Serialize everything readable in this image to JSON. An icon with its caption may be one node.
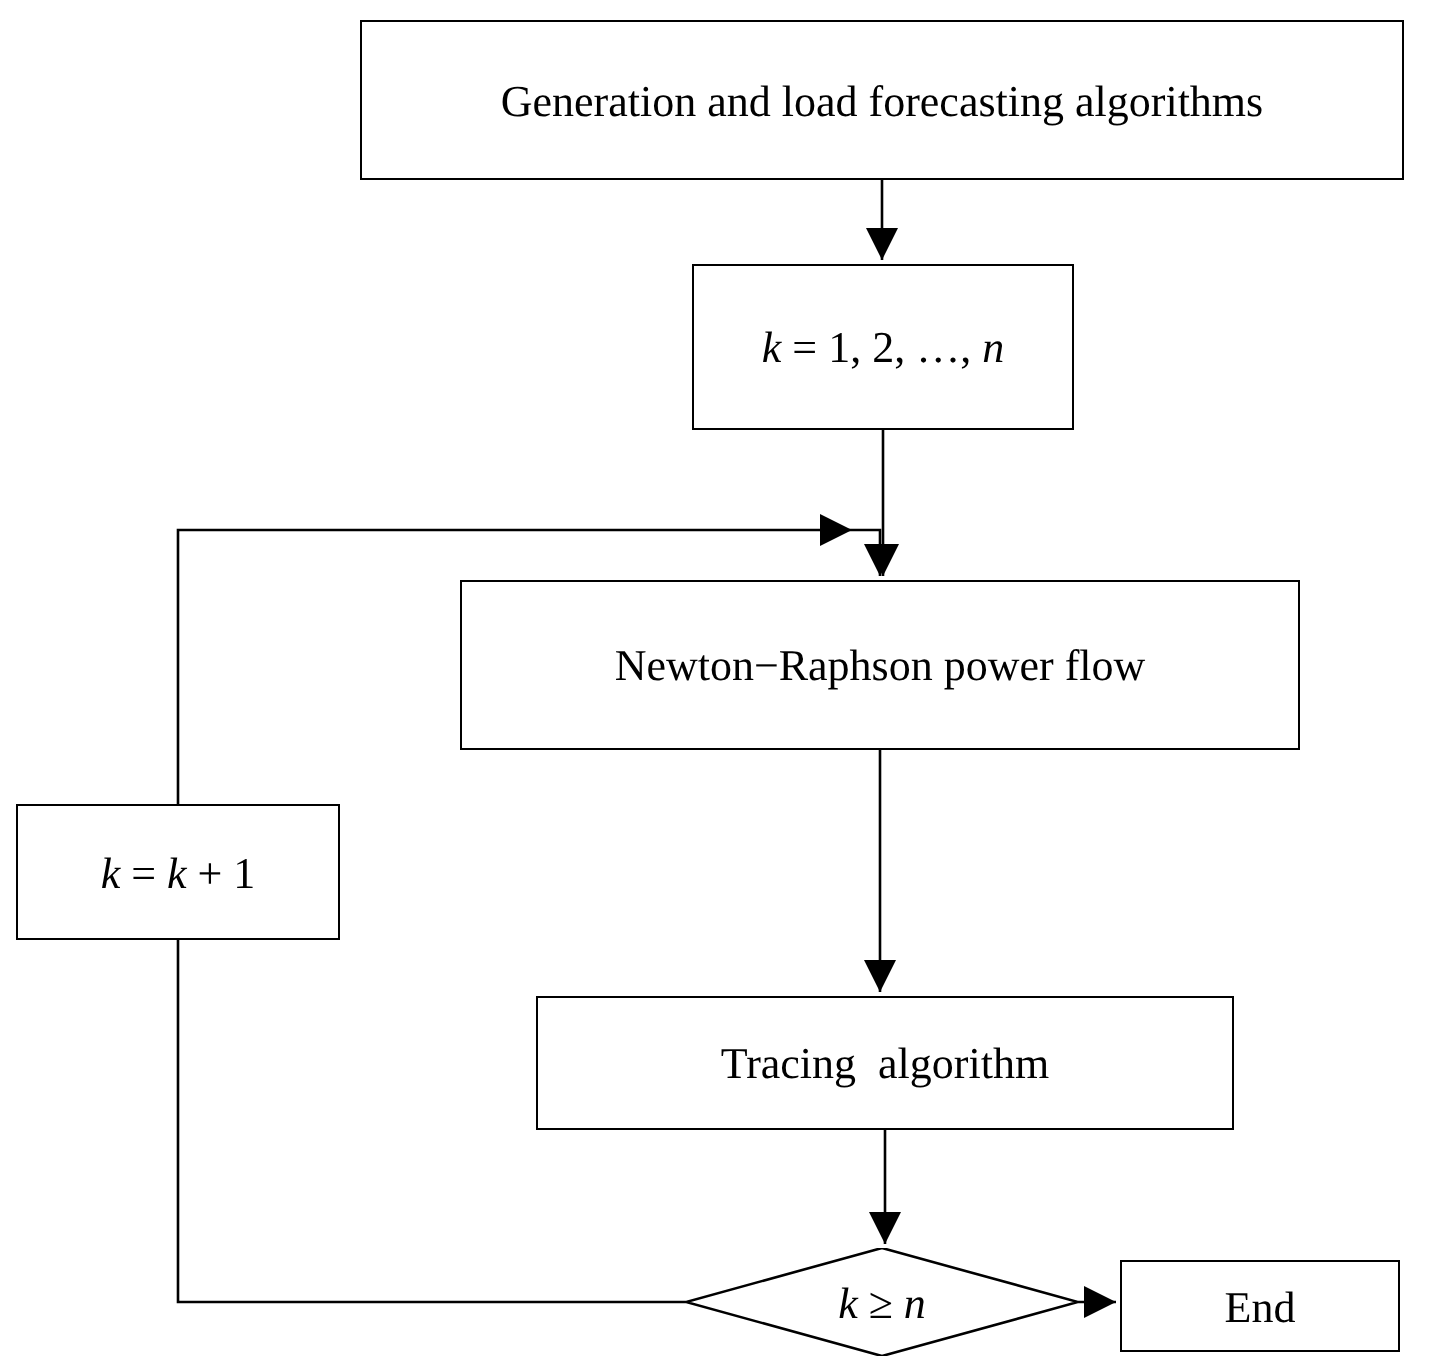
{
  "diagram": {
    "nodes": [
      {
        "text": [
          "Generation and load forecasting algorithms"
        ]
      },
      {
        "text": [
          "*k* = 1, 2, …, *n*"
        ]
      },
      {
        "text": [
          "Newton−Raphson power flow"
        ]
      },
      {
        "text": [
          "*k* = *k* + 1"
        ]
      },
      {
        "text": [
          "Tracing  algorithm"
        ]
      },
      {
        "text": [
          "*k* ≥ *n*"
        ]
      },
      {
        "text": [
          "End"
        ]
      }
    ],
    "edges": [
      {
        "from": 0,
        "to": 1,
        "arrow": "to"
      },
      {
        "from": 1,
        "to": 2,
        "arrow": "to"
      },
      {
        "from": 2,
        "to": 4,
        "arrow": "to"
      },
      {
        "from": 4,
        "to": 5,
        "arrow": "to"
      },
      {
        "from": 5,
        "to": 6,
        "arrow": "to"
      },
      {
        "from": 5,
        "to": 3,
        "arrow": "none"
      },
      {
        "from": 3,
        "to": 2,
        "arrow": "to"
      }
    ]
  }
}
